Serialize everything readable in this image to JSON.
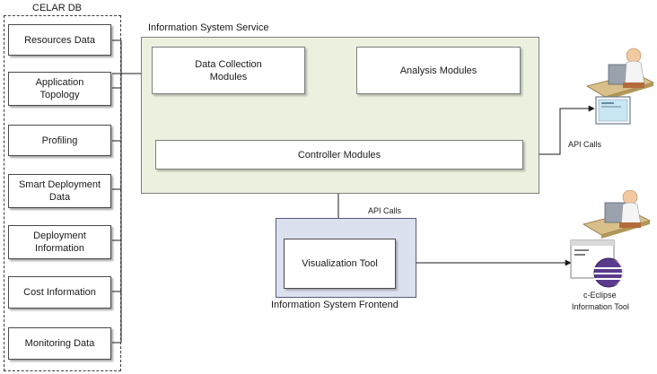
{
  "celar_db": {
    "title": "CELAR DB",
    "items": [
      {
        "line1": "Resources Data",
        "line2": ""
      },
      {
        "line1": "Application",
        "line2": "Topology"
      },
      {
        "line1": "Profiling",
        "line2": ""
      },
      {
        "line1": "Smart Deployment",
        "line2": "Data"
      },
      {
        "line1": "Deployment",
        "line2": "Information"
      },
      {
        "line1": "Cost Information",
        "line2": ""
      },
      {
        "line1": "Monitoring Data",
        "line2": ""
      }
    ]
  },
  "service": {
    "title": "Information System Service",
    "data_collection": {
      "line1": "Data Collection",
      "line2": "Modules"
    },
    "analysis": "Analysis Modules",
    "controller": "Controller Modules"
  },
  "frontend": {
    "title": "Information System Frontend",
    "tool": "Visualization Tool"
  },
  "api_calls_top": "API Calls",
  "api_calls_mid": "API Calls",
  "eclipse": {
    "line1": "c-Eclipse",
    "line2": "Information Tool"
  },
  "colors": {
    "service_bg": "#ebf1de",
    "frontend_bg": "#dce1f0",
    "eclipse_purple": "#5b3a8c"
  }
}
